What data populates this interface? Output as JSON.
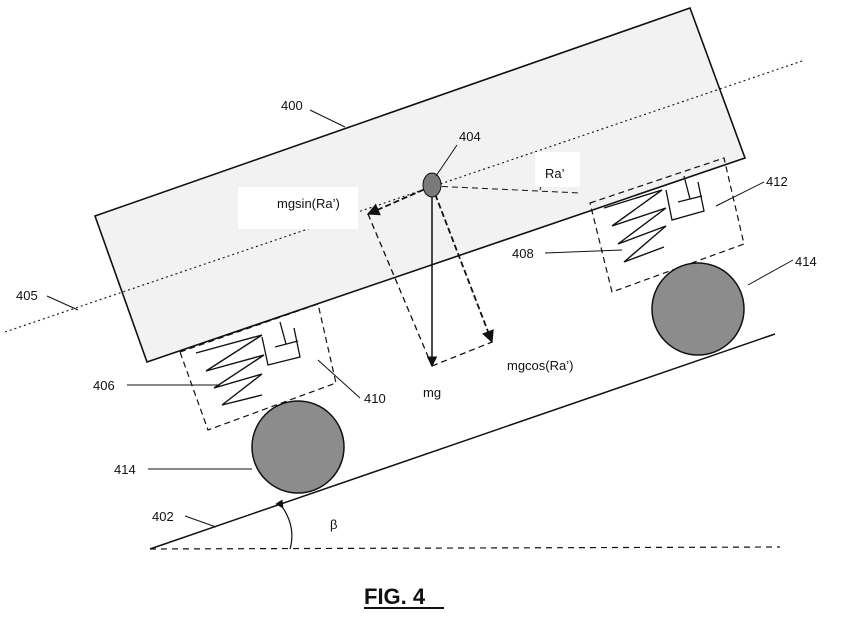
{
  "figure": {
    "caption": "FIG. 4"
  },
  "labels": {
    "vehicle_body": "400",
    "incline": "402",
    "center_of_mass": "404",
    "body_axis": "405",
    "rear_suspension": "406",
    "front_spring": "408",
    "rear_damper": "410",
    "front_damper": "412",
    "front_wheel": "414",
    "rear_wheel": "414"
  },
  "annotations": {
    "tilt_angle": "Ra’",
    "force_parallel": "mgsin(Ra’)",
    "force_gravity": "mg",
    "force_normal": "mgcos(Ra’)",
    "slope_angle": "β"
  },
  "colors": {
    "line": "#111111",
    "body_fill": "#f2f2f2",
    "wheel_fill": "#8c8c8c",
    "mass_fill": "#7a7a7a"
  }
}
